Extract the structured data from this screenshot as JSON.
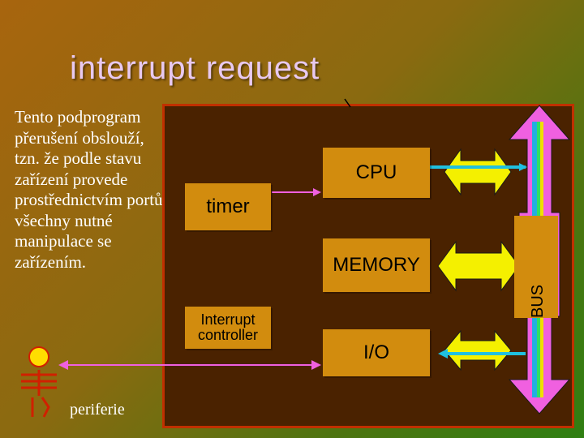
{
  "slide": {
    "title": "interrupt request",
    "description": "Tento podprogram přerušení obslouží, tzn. že podle stavu zařízení provede prostřednictvím portů všechny nutné manipulace se zařízením.",
    "peripheral_label": "periferie"
  },
  "diagram": {
    "cpu_label": "CPU",
    "timer_label": "timer",
    "memory_label": "MEMORY",
    "interrupt_controller_label": "Interrupt controller",
    "io_label": "I/O",
    "bus_label": "BUS"
  },
  "colors": {
    "box_fill": "#d28c0e",
    "panel_fill": "#4a2200",
    "panel_border": "#c03000",
    "arrow_yellow": "#f4f000",
    "arrow_magenta": "#f060e0",
    "signal_cyan": "#20c0e0",
    "figure_yellow": "#ffdd00",
    "figure_red": "#d02000"
  },
  "icons": {
    "peripheral": "person-figure-icon"
  }
}
